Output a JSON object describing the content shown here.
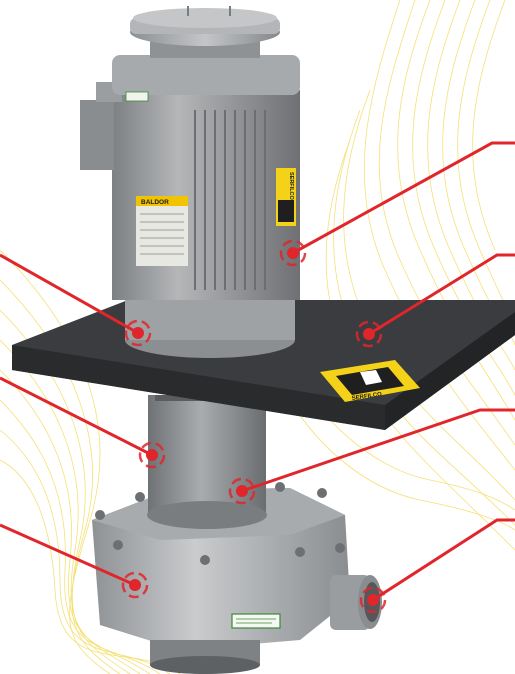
{
  "colors": {
    "background": "#ffffff",
    "waves": "#f2d64a",
    "callout": "#e0262b",
    "motor": "#9a9c9e",
    "plate": "#3b3c3f",
    "pump": "#b9bcbf",
    "label_yellow": "#f4d21a"
  },
  "labels": {
    "motor_nameplate_brand": "BALDOR",
    "warning_sticker_brand": "SERFILCO",
    "plate_sticker_brand": "SERFILCO"
  },
  "hotspots": [
    {
      "name": "hotspot-motor-side",
      "icon": "target-ring-icon"
    },
    {
      "name": "hotspot-motor-base",
      "icon": "target-ring-icon"
    },
    {
      "name": "hotspot-mounting-plate",
      "icon": "target-ring-icon"
    },
    {
      "name": "hotspot-column-left",
      "icon": "target-ring-icon"
    },
    {
      "name": "hotspot-column-center",
      "icon": "target-ring-icon"
    },
    {
      "name": "hotspot-pump-housing",
      "icon": "target-ring-icon"
    },
    {
      "name": "hotspot-discharge-port",
      "icon": "target-ring-icon"
    }
  ]
}
